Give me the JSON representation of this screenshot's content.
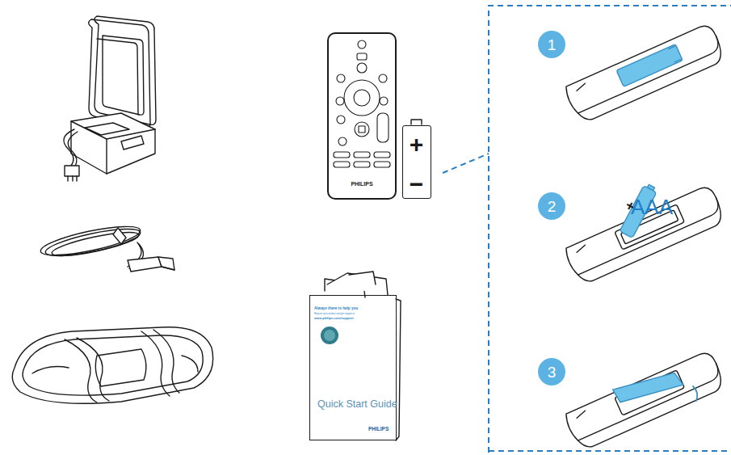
{
  "diagram": {
    "nodes": [
      {
        "text": [
          "PHILIPS"
        ]
      },
      {
        "text": [
          "+",
          "−"
        ]
      },
      {
        "text": [
          "Always there to help you",
          "Register your product and get support at",
          "www.philips.com/support",
          "Quick Start Guide",
          "PHILIPS"
        ]
      },
      {
        "text": [
          "1"
        ]
      },
      {
        "text": [
          "2"
        ]
      },
      {
        "text": [
          "3"
        ]
      }
    ],
    "labels": [
      "+",
      "AAA"
    ]
  }
}
